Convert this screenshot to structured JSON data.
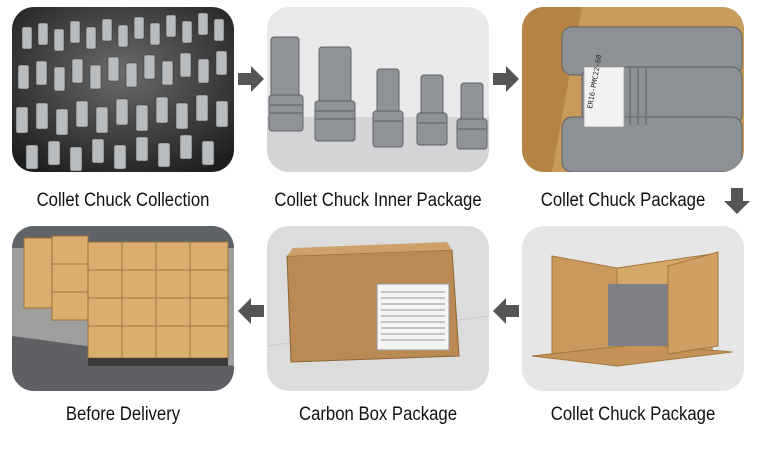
{
  "steps": [
    {
      "label": "Collet Chuck Collection"
    },
    {
      "label": "Collet Chuck Inner Package"
    },
    {
      "label": "Collet Chuck Package"
    },
    {
      "label": "Collet Chuck Package"
    },
    {
      "label": "Carbon Box Package"
    },
    {
      "label": "Before Delivery"
    }
  ],
  "box_label_text": "ER16-PMC22-60",
  "colors": {
    "arrow": "#555555",
    "caption": "#111111",
    "carton": "#c89a5b",
    "metal": "#8a8d90"
  }
}
